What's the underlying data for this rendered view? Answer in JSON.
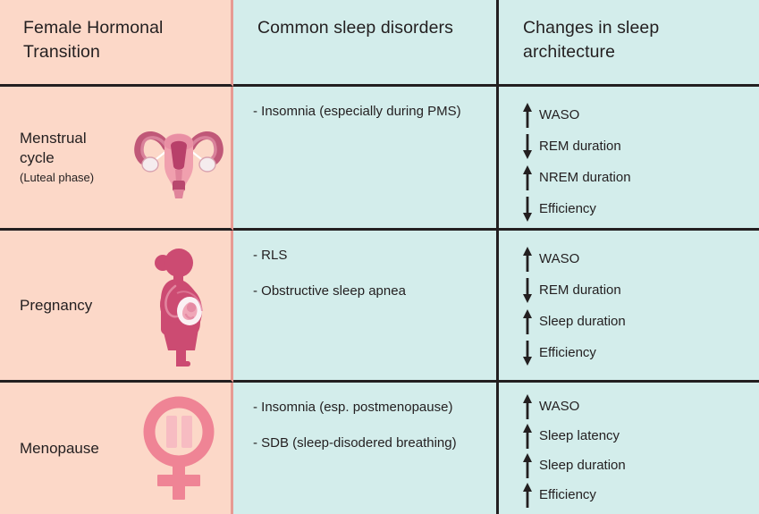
{
  "table": {
    "columns": [
      {
        "id": "stage",
        "label": "Female Hormonal Transition"
      },
      {
        "id": "disorders",
        "label": "Common sleep disorders"
      },
      {
        "id": "architecture",
        "label": "Changes in sleep architecture"
      }
    ],
    "header": {
      "col1_line1": "Female Hormonal",
      "col1_line2": "Transition",
      "col2_line1": "Common sleep disorders",
      "col2_line2": "",
      "col3_line1": "Changes in sleep",
      "col3_line2": "architecture"
    },
    "rows": [
      {
        "stage_name": "Menstrual cycle",
        "stage_name_line1": "Menstrual",
        "stage_name_line2": "cycle",
        "stage_sub": "(Luteal phase)",
        "icon": "uterus-icon",
        "disorders": [
          "- Insomnia (especially during PMS)"
        ],
        "metrics": [
          {
            "direction": "up",
            "label": "WASO"
          },
          {
            "direction": "down",
            "label": "REM duration"
          },
          {
            "direction": "up",
            "label": "NREM duration"
          },
          {
            "direction": "down",
            "label": "Efficiency"
          }
        ]
      },
      {
        "stage_name": "Pregnancy",
        "stage_name_line1": "Pregnancy",
        "stage_name_line2": "",
        "stage_sub": "",
        "icon": "pregnant-woman-icon",
        "disorders": [
          "- RLS",
          "- Obstructive sleep apnea"
        ],
        "metrics": [
          {
            "direction": "up",
            "label": "WASO"
          },
          {
            "direction": "down",
            "label": "REM duration"
          },
          {
            "direction": "up",
            "label": "Sleep duration"
          },
          {
            "direction": "down",
            "label": "Efficiency"
          }
        ]
      },
      {
        "stage_name": "Menopause",
        "stage_name_line1": "Menopause",
        "stage_name_line2": "",
        "stage_sub": "",
        "icon": "venus-pause-icon",
        "disorders": [
          "- Insomnia (esp. postmenopause)",
          "- SDB (sleep-disodered breathing)"
        ],
        "metrics": [
          {
            "direction": "up",
            "label": "WASO"
          },
          {
            "direction": "up",
            "label": "Sleep latency"
          },
          {
            "direction": "up",
            "label": "Sleep duration"
          },
          {
            "direction": "up",
            "label": "Efficiency"
          }
        ]
      }
    ]
  },
  "colors": {
    "pink_background": "#fcd8c8",
    "teal_background": "#d3edeb",
    "border_dark": "#231f20",
    "border_pink": "#e79a93",
    "icon_pink_light": "#f0a0ae",
    "icon_pink_mid": "#e98fa4",
    "icon_magenta": "#cc4b72",
    "text": "#231f20"
  }
}
